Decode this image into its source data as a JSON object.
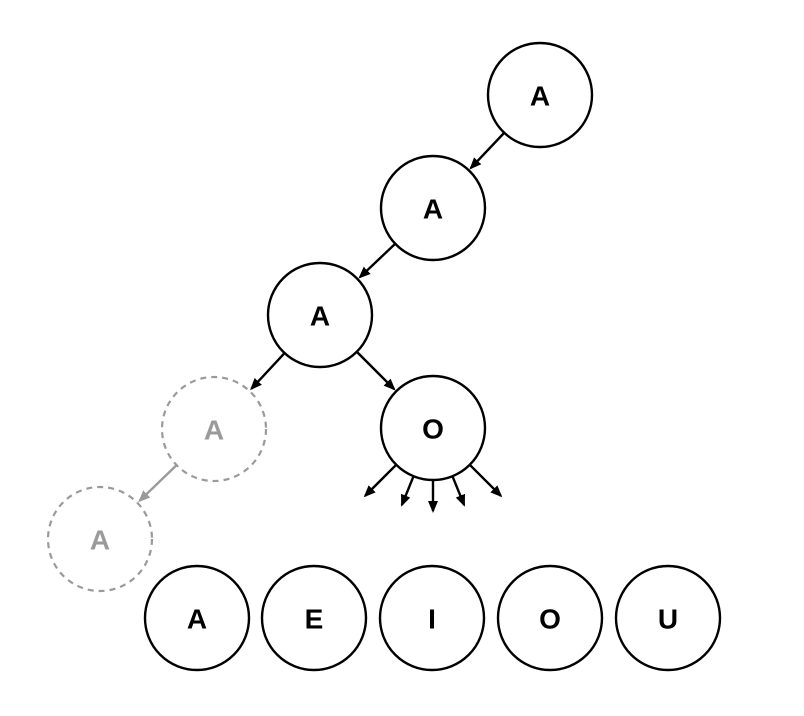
{
  "diagram": {
    "colors": {
      "solid": "#000000",
      "ghost": "#9a9a9a",
      "fill": "#ffffff"
    },
    "nodes": [
      {
        "id": "n1",
        "label": "A",
        "ghost": false
      },
      {
        "id": "n2",
        "label": "A",
        "ghost": false
      },
      {
        "id": "n3",
        "label": "A",
        "ghost": false
      },
      {
        "id": "n4",
        "label": "A",
        "ghost": true
      },
      {
        "id": "n5",
        "label": "O",
        "ghost": false
      },
      {
        "id": "n6",
        "label": "A",
        "ghost": true
      },
      {
        "id": "v1",
        "label": "A",
        "ghost": false
      },
      {
        "id": "v2",
        "label": "E",
        "ghost": false
      },
      {
        "id": "v3",
        "label": "I",
        "ghost": false
      },
      {
        "id": "v4",
        "label": "O",
        "ghost": false
      },
      {
        "id": "v5",
        "label": "U",
        "ghost": false
      }
    ],
    "edges": [
      {
        "from": "n1",
        "to": "n2",
        "ghost": false
      },
      {
        "from": "n2",
        "to": "n3",
        "ghost": false
      },
      {
        "from": "n3",
        "to": "n4",
        "ghost": false
      },
      {
        "from": "n3",
        "to": "n5",
        "ghost": false
      },
      {
        "from": "n4",
        "to": "n6",
        "ghost": true
      }
    ],
    "fanout": {
      "from": "n5",
      "count": 5
    }
  }
}
